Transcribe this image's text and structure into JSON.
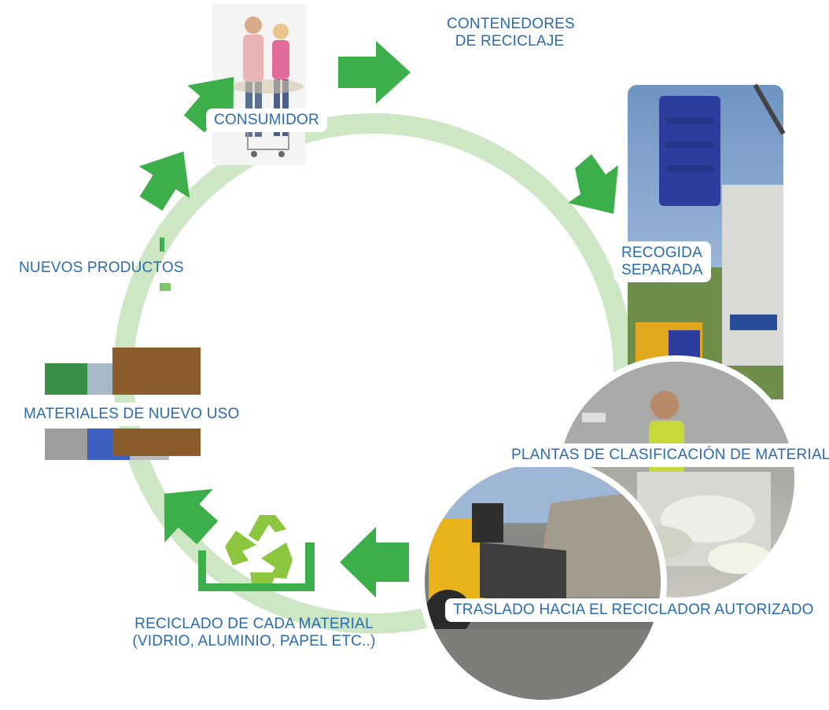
{
  "labels": {
    "consumidor": "CONSUMIDOR",
    "contenedores_line1": "CONTENEDORES",
    "contenedores_line2": "DE RECICLAJE",
    "recogida_line1": "RECOGIDA",
    "recogida_line2": "SEPARADA",
    "plantas": "PLANTAS DE CLASIFICACIÓN DE MATERIALES",
    "traslado": "TRASLADO HACIA EL RECICLADOR AUTORIZADO",
    "reciclado_line1": "RECICLADO DE CADA MATERIAL",
    "reciclado_line2": "(VIDRIO, ALUMINIO, PAPEL ETC..)",
    "materiales": "MATERIALES DE NUEVO USO",
    "nuevos": "NUEVOS PRODUCTOS"
  },
  "colors": {
    "label_text": "#2a6bb0",
    "cycle_ring": "#cde7c5",
    "arrow": "#3daf4a",
    "recycle_symbol": "#8cc63f",
    "bin_outline": "#3daf4a"
  },
  "icons": [
    "consumer-family-photo",
    "blue-container-truck-photo",
    "sorting-plant-worker-photo",
    "bulldozer-photo",
    "recycle-bin-icon",
    "material-samples-photo"
  ]
}
